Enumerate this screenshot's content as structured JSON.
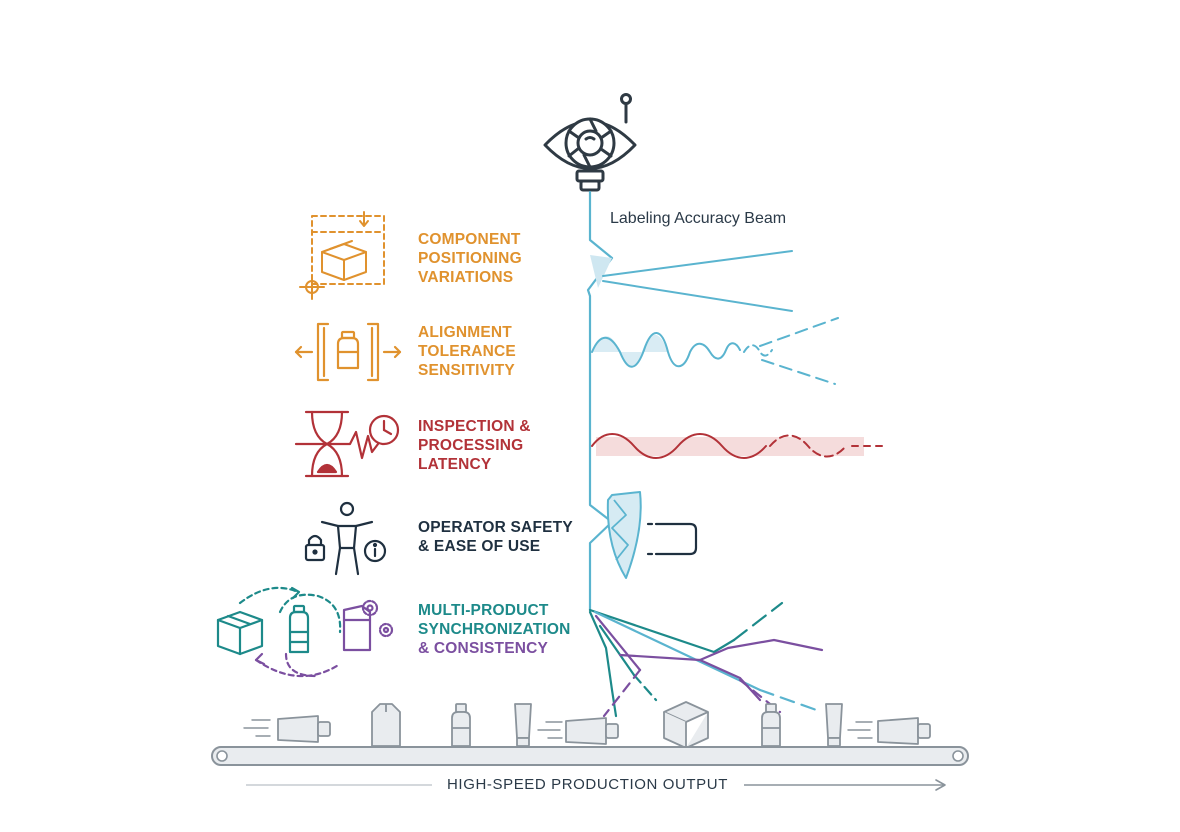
{
  "beam": {
    "label": "Labeling Accuracy Beam"
  },
  "factors": [
    {
      "id": "positioning",
      "lines": [
        "COMPONENT",
        "POSITIONING",
        "VARIATIONS"
      ],
      "color": "#e0922e"
    },
    {
      "id": "alignment",
      "lines": [
        "ALIGNMENT",
        "TOLERANCE",
        "SENSITIVITY"
      ],
      "color": "#e0922e"
    },
    {
      "id": "latency",
      "lines": [
        "INSPECTION &",
        "PROCESSING",
        "LATENCY"
      ],
      "color": "#b23238"
    },
    {
      "id": "safety",
      "lines": [
        "OPERATOR SAFETY",
        "& EASE OF USE"
      ],
      "color": "#1f3040"
    },
    {
      "id": "sync",
      "lines": [
        "MULTI-PRODUCT",
        "SYNCHRONIZATION",
        "& CONSISTENCY"
      ],
      "colors": [
        "#1d8a8a",
        "#1d8a8a",
        "#7b4fa0"
      ]
    }
  ],
  "conveyor": {
    "label": "HIGH-SPEED PRODUCTION OUTPUT"
  },
  "colors": {
    "beam": "#5ab4cf",
    "orange": "#e0922e",
    "red": "#b23238",
    "navy": "#1f3040",
    "teal": "#1d8a8a",
    "purple": "#7b4fa0",
    "gray": "#8a939b"
  },
  "icons": [
    "camera-eye-icon",
    "box-target-icon",
    "bottle-bracket-icon",
    "hourglass-clock-icon",
    "operator-lock-info-icon",
    "multi-product-cycle-icon",
    "shield-icon",
    "conveyor-belt-icon"
  ]
}
